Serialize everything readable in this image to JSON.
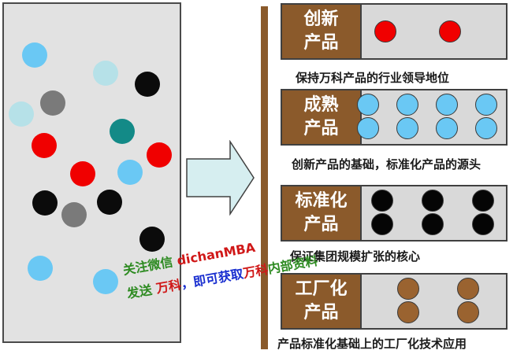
{
  "left_panel": {
    "dots": [
      {
        "color": "#6ac8f4"
      },
      {
        "color": "#b6e1e8"
      },
      {
        "color": "#0b0b0b"
      },
      {
        "color": "#7a7a7a"
      },
      {
        "color": "#b6e1e8"
      },
      {
        "color": "#138a87"
      },
      {
        "color": "#f00000"
      },
      {
        "color": "#f00000"
      },
      {
        "color": "#f00000"
      },
      {
        "color": "#6ac8f4"
      },
      {
        "color": "#0b0b0b"
      },
      {
        "color": "#7a7a7a"
      },
      {
        "color": "#0b0b0b"
      },
      {
        "color": "#0b0b0b"
      },
      {
        "color": "#6ac8f4"
      },
      {
        "color": "#6ac8f4"
      }
    ]
  },
  "rows": [
    {
      "label": "创新\n产品",
      "dot_color": "#f00000",
      "dot_count": 2,
      "caption": "保持万科产品的行业领导地位"
    },
    {
      "label": "成熟\n产品",
      "dot_color": "#6ac8f4",
      "dot_count": 8,
      "caption": "创新产品的基础，标准化产品的源头"
    },
    {
      "label": "标准化\n产品",
      "dot_color": "#050505",
      "dot_count": 6,
      "caption": "保证集团规模扩张的核心"
    },
    {
      "label": "工厂化\n产品",
      "dot_color": "#9a6330",
      "dot_count": 4,
      "caption": "产品标准化基础上的工厂化技术应用"
    }
  ],
  "watermark": {
    "line1_a": "关注微信 ",
    "line1_b": "dichanMBA",
    "line2_a": "发送 ",
    "line2_b": "万科",
    "line2_c": "，即可获取",
    "line2_d": "万科",
    "line2_e": "内部资料",
    "colors": {
      "green": "#2e8b22",
      "red": "#d01818",
      "blue": "#1a2fd0"
    }
  }
}
